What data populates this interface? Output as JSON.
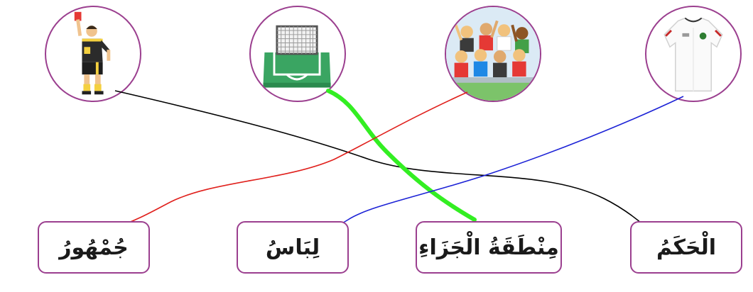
{
  "pictures": [
    {
      "id": "referee",
      "icon": "referee-icon"
    },
    {
      "id": "goal-area",
      "icon": "penalty-area-icon"
    },
    {
      "id": "crowd",
      "icon": "crowd-icon"
    },
    {
      "id": "shirt",
      "icon": "jersey-icon"
    }
  ],
  "words": [
    {
      "id": "crowd",
      "label": "جُمْهُورُ"
    },
    {
      "id": "clothing",
      "label": "لِبَاسُ"
    },
    {
      "id": "penalty-area",
      "label": "مِنْطَقَةُ الْجَزَاءِ"
    },
    {
      "id": "referee",
      "label": "الْحَكَمُ"
    }
  ],
  "connections": [
    {
      "from": "referee",
      "to": "referee",
      "color": "#000000"
    },
    {
      "from": "goal-area",
      "to": "penalty-area",
      "color": "#33ee22"
    },
    {
      "from": "crowd",
      "to": "crowd",
      "color": "#e0201c"
    },
    {
      "from": "shirt",
      "to": "clothing",
      "color": "#1c22d6"
    }
  ],
  "colors": {
    "border": "#9b3f8f"
  }
}
